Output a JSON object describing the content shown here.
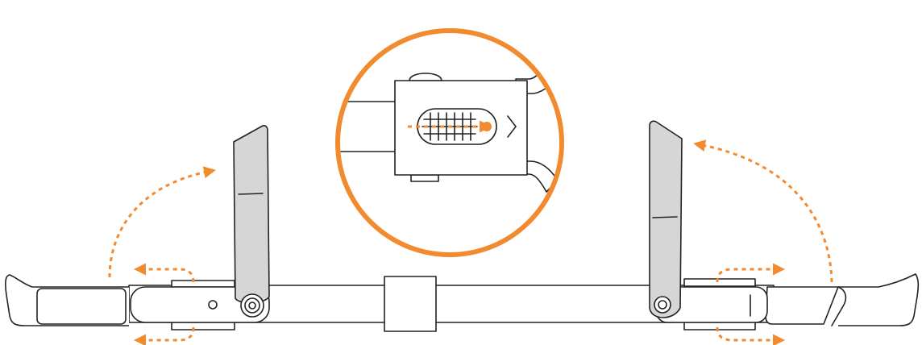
{
  "colors": {
    "accent": "#F28A30",
    "line": "#222222",
    "grey_part": "#D6D6D6",
    "background": "#FFFFFF"
  },
  "callout": {
    "zoomed_part": "slide-latch",
    "arrow_direction": "right"
  },
  "arrows": [
    {
      "name": "left-arm-fold-up-arrow",
      "direction": "up-right"
    },
    {
      "name": "right-arm-fold-up-arrow",
      "direction": "up-left"
    },
    {
      "name": "left-top-slide-arrow",
      "direction": "left"
    },
    {
      "name": "left-bottom-slide-arrow",
      "direction": "left"
    },
    {
      "name": "right-top-slide-arrow",
      "direction": "right"
    },
    {
      "name": "right-bottom-slide-arrow",
      "direction": "right"
    }
  ]
}
